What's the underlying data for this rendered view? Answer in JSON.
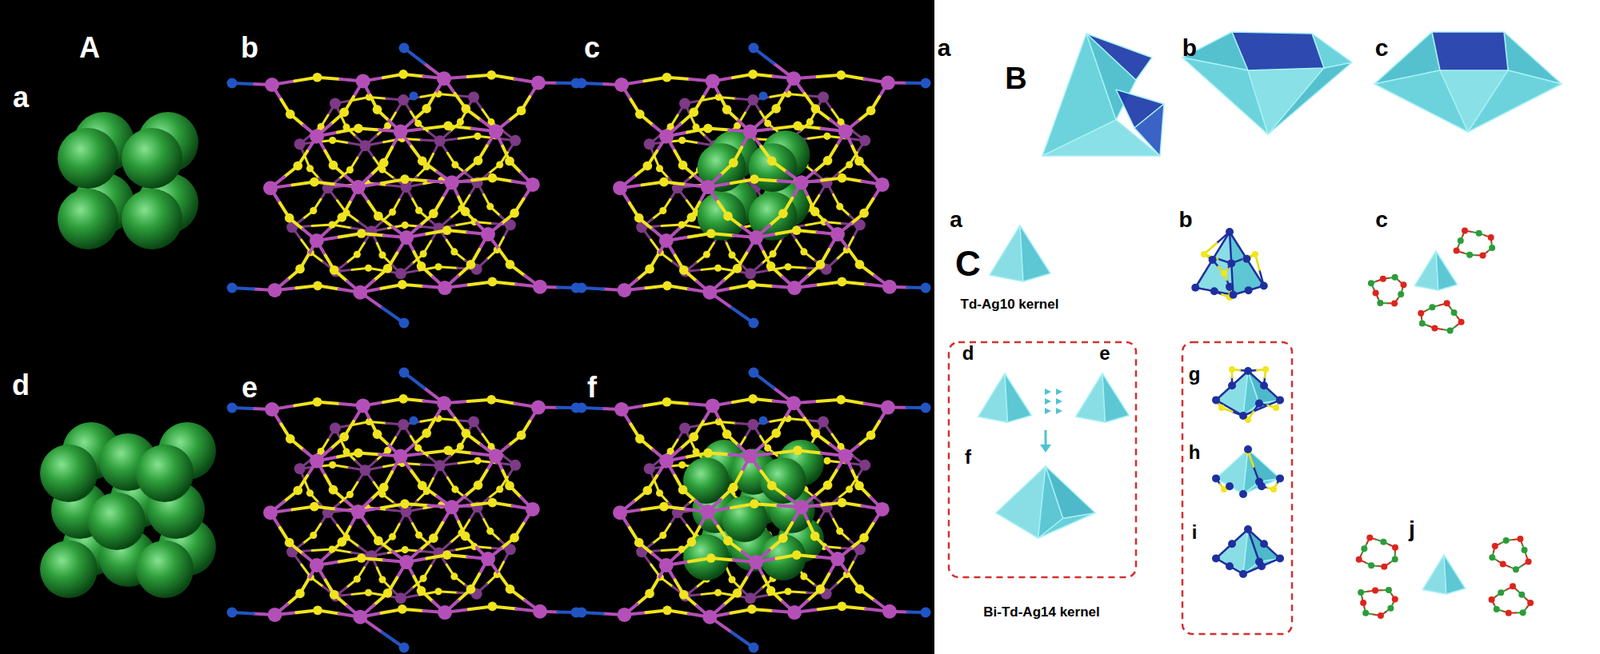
{
  "diagram": {
    "labels": [
      "A",
      "a",
      "b",
      "c",
      "d",
      "e",
      "f",
      "B",
      "a",
      "b",
      "c",
      "C",
      "a",
      "b",
      "c",
      "Td-Ag10 kernel",
      "d",
      "e",
      "f",
      "Bi-Td-Ag14 kernel",
      "g",
      "h",
      "i",
      "j"
    ]
  }
}
